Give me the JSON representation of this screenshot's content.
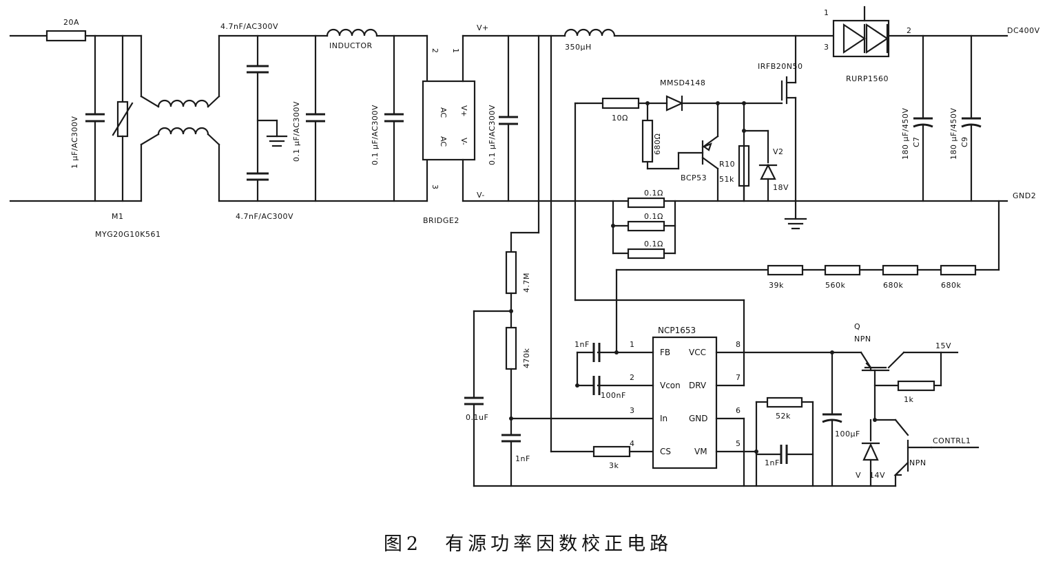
{
  "caption": "图2　有源功率因数校正电路",
  "labels": {
    "fuse": "20A",
    "cx1": "1 μF/AC300V",
    "mov_ref": "M1",
    "mov_part": "MYG20G10K561",
    "cy_top": "4.7nF/AC300V",
    "cy_bot": "4.7nF/AC300V",
    "cx2": "0.1 μF/AC300V",
    "inductor": "INDUCTOR",
    "cx3": "0.1 μF/AC300V",
    "bridge_ref": "BRIDGE2",
    "bridge_pin_ac1": "AC",
    "bridge_pin_ac2": "AC",
    "bridge_pin_vp": "V+",
    "bridge_pin_vm": "V-",
    "bridge_n1": "1",
    "bridge_n2": "2",
    "bridge_n3": "3",
    "vplus": "V+",
    "vminus": "V-",
    "cx4": "0.1 μF/AC300V",
    "boost_l": "350μH",
    "mosfet": "IRFB20N50",
    "diode_part": "RURP1560",
    "d_n1": "1",
    "d_n2": "2",
    "d_n3": "3",
    "dc_out": "DC400V",
    "gnd2": "GND2",
    "c7_val": "180 μF/450V",
    "c7_ref": "C7",
    "c9_val": "180 μF/450V",
    "c9_ref": "C9",
    "mmsd": "MMSD4148",
    "r_gate": "10Ω",
    "r_680": "680Ω",
    "bcp": "BCP53",
    "r10_ref": "R10",
    "r10_val": "51k",
    "zener1": "V2",
    "zener1_v": "18V",
    "rs1": "0.1Ω",
    "rs2": "0.1Ω",
    "rs3": "0.1Ω",
    "r_div1": "39k",
    "r_div2": "560k",
    "r_div3": "680k",
    "r_div4": "680k",
    "r_47m": "4.7M",
    "r_470k": "470k",
    "c_01uf": "0.1uF",
    "c_1nf_a": "1nF",
    "ic_name": "NCP1653",
    "ic_fb": "FB",
    "ic_vcc": "VCC",
    "ic_vcon": "Vcon",
    "ic_drv": "DRV",
    "ic_in": "In",
    "ic_gnd": "GND",
    "ic_cs": "CS",
    "ic_vm": "VM",
    "pin1": "1",
    "pin2": "2",
    "pin3": "3",
    "pin4": "4",
    "pin5": "5",
    "pin6": "6",
    "pin7": "7",
    "pin8": "8",
    "c_fb": "1nF",
    "c_vcon": "100nF",
    "r_cs": "3k",
    "r_vm": "52k",
    "c_vm": "1nF",
    "c_vcc": "100μF",
    "q_ref": "Q",
    "q_type": "NPN",
    "v15": "15V",
    "r_1k": "1k",
    "control": "CONTRL1",
    "zener2": "V",
    "zener2_v": "14V",
    "q2_type": "NPN"
  }
}
